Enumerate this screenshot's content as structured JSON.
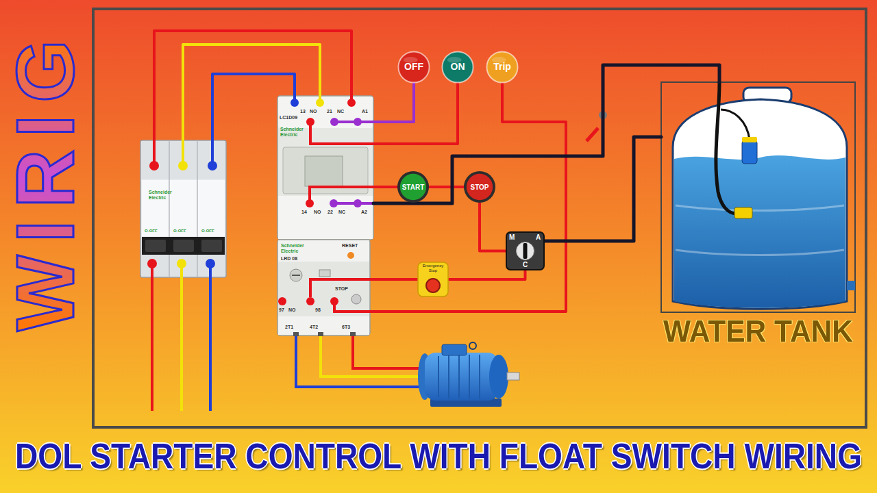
{
  "diagram": {
    "title": "DOL STARTER CONTROL WITH FLOAT SWITCH WIRING",
    "nodes": [
      {
        "text": [
          "Schneider Electric"
        ]
      },
      {
        "text": [
          "LC1D09",
          "Schneider Electric"
        ]
      },
      {
        "text": [
          "Schneider Electric",
          "LRD 08"
        ]
      },
      {
        "text": [
          "OFF"
        ]
      },
      {
        "text": [
          "ON"
        ]
      },
      {
        "text": [
          "Trip"
        ]
      },
      {
        "text": [
          "START"
        ]
      },
      {
        "text": [
          "STOP"
        ]
      },
      {
        "text": [
          "M",
          "A",
          "C"
        ]
      },
      {
        "text": [
          "Emergency Stop"
        ]
      },
      {
        "text": [
          "WATER TANK"
        ]
      }
    ],
    "edges": [
      {
        "from": 0,
        "to": 1,
        "arrow": "none"
      },
      {
        "from": 0,
        "to": 1,
        "arrow": "none"
      },
      {
        "from": 0,
        "to": 1,
        "arrow": "none"
      },
      {
        "from": 1,
        "to": 3,
        "arrow": "none"
      },
      {
        "from": 1,
        "to": 4,
        "arrow": "none"
      },
      {
        "from": 2,
        "to": 5,
        "arrow": "none"
      },
      {
        "from": 6,
        "to": 7,
        "arrow": "none"
      },
      {
        "from": 7,
        "to": 8,
        "arrow": "none"
      },
      {
        "from": 8,
        "to": 9,
        "arrow": "none"
      },
      {
        "from": 9,
        "to": 2,
        "arrow": "none"
      },
      {
        "from": 1,
        "to": 6,
        "arrow": "none"
      },
      {
        "from": 1,
        "to": 10,
        "arrow": "none"
      },
      {
        "from": 8,
        "to": 10,
        "arrow": "none"
      }
    ],
    "labels": [
      "WIRIG",
      "13",
      "NO",
      "21",
      "NC",
      "A1",
      "14",
      "NO",
      "22",
      "NC",
      "A2",
      "RESET",
      "STOP",
      "97",
      "NO",
      "98",
      "2T1",
      "4T2",
      "6T3",
      "O-OFF",
      "O-OFF",
      "O-OFF"
    ]
  }
}
